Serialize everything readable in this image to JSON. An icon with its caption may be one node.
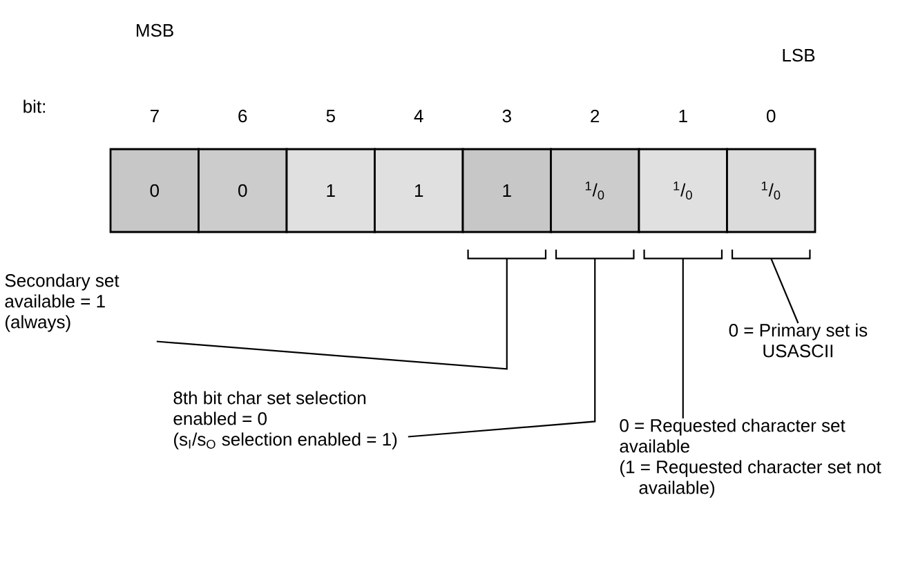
{
  "diagram": {
    "nodes": [
      {
        "text": [
          "0"
        ]
      },
      {
        "text": [
          "0"
        ]
      },
      {
        "text": [
          "1"
        ]
      },
      {
        "text": [
          "1"
        ]
      },
      {
        "text": [
          "1"
        ]
      },
      {
        "text": [
          "$^{1}$/$_{0}$"
        ]
      },
      {
        "text": [
          "$^{1}$/$_{0}$"
        ]
      },
      {
        "text": [
          "$^{1}$/$_{0}$"
        ]
      },
      {
        "text": [],
        "shape": "bracket"
      },
      {
        "text": [],
        "shape": "bracket"
      },
      {
        "text": [],
        "shape": "bracket"
      },
      {
        "text": [],
        "shape": "bracket"
      },
      {
        "text": [
          "Secondary set available = 1 (always)"
        ]
      },
      {
        "text": [
          "8th bit char set selection enabled = 0",
          "(s$_{I}$/s$_{O}$ selection enabled = 1)"
        ]
      },
      {
        "text": [
          "0 = Primary set is USASCII"
        ]
      },
      {
        "text": [
          "0 = Requested character set available",
          "(1 = Requested character set not available)"
        ]
      }
    ],
    "edges": [
      {
        "from": 12,
        "to": 8,
        "arrow": "none"
      },
      {
        "from": 13,
        "to": 9,
        "arrow": "none"
      },
      {
        "from": 15,
        "to": 10,
        "arrow": "none"
      },
      {
        "from": 14,
        "to": 11,
        "arrow": "none"
      }
    ],
    "labels": [
      "MSB",
      "LSB",
      "bit:",
      "7",
      "6",
      "5",
      "4",
      "3",
      "2",
      "1",
      "0"
    ]
  }
}
